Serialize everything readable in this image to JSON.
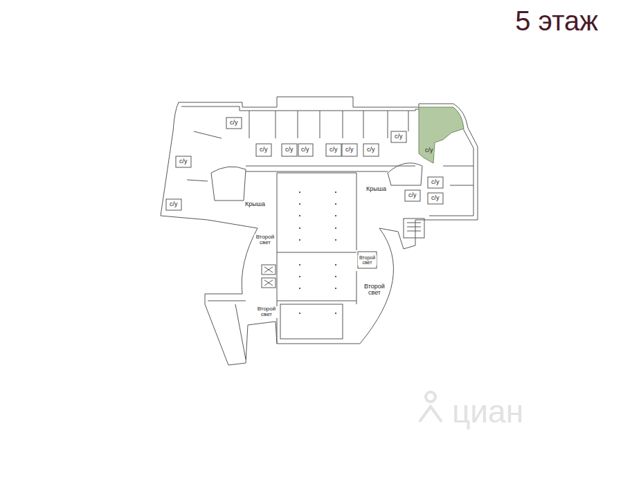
{
  "diagram": {
    "title": "5 этаж",
    "labels": [
      "с/у",
      "с/у",
      "с/у",
      "с/у",
      "с/у",
      "с/у",
      "с/у",
      "с/у",
      "с/у",
      "с/у",
      "с/у",
      "Крыша",
      "с/у",
      "с/у",
      "Крыша",
      "с/у",
      "Второй свет",
      "Второй свет",
      "Второй свет",
      "Второй свет",
      "циан"
    ]
  }
}
